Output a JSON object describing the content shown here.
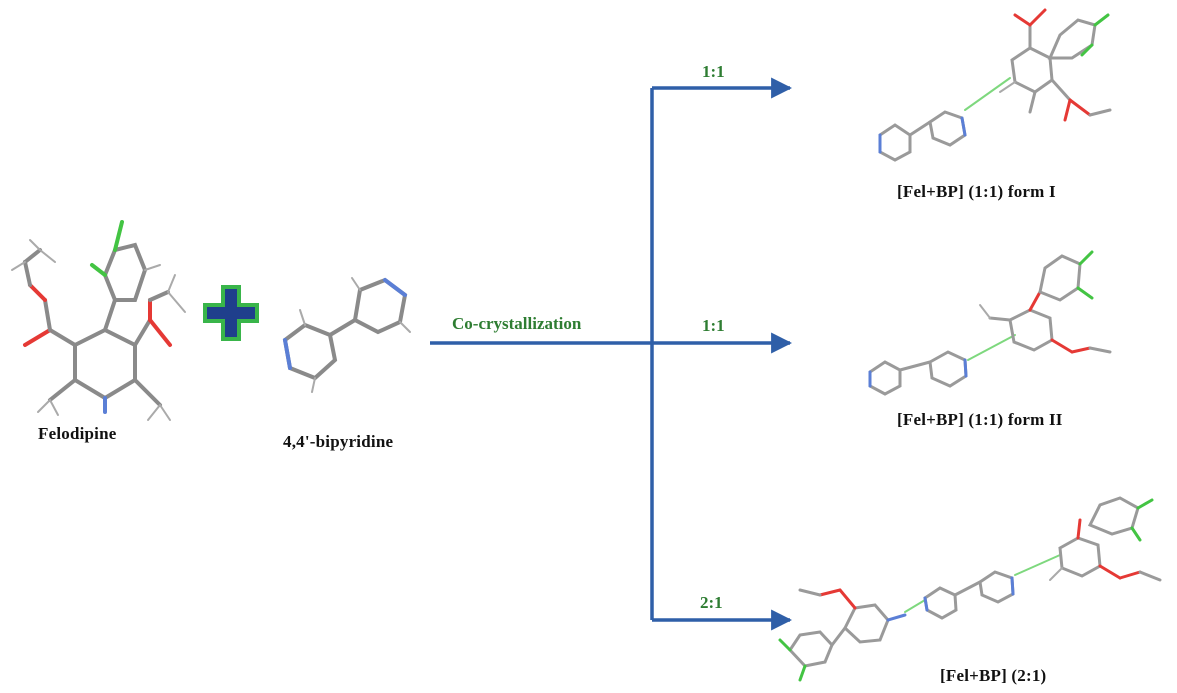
{
  "reactants": {
    "felodipine": "Felodipine",
    "bipyridine": "4,4'-bipyridine"
  },
  "process": "Co-crystallization",
  "branches": [
    {
      "ratio": "1:1",
      "product": "[Fel+BP] (1:1) form I"
    },
    {
      "ratio": "1:1",
      "product": "[Fel+BP] (1:1) form II"
    },
    {
      "ratio": "2:1",
      "product": "[Fel+BP] (2:1)"
    }
  ],
  "colors": {
    "arrow": "#2f5fa8",
    "plus_fill": "#1f3f8c",
    "plus_outline": "#39b54a",
    "ratio_text": "#2e7d32",
    "carbon": "#8a8a8a",
    "oxygen": "#e53935",
    "chlorine": "#43c443",
    "nitrogen": "#5b7fd6",
    "hbond": "#7ed87e"
  }
}
